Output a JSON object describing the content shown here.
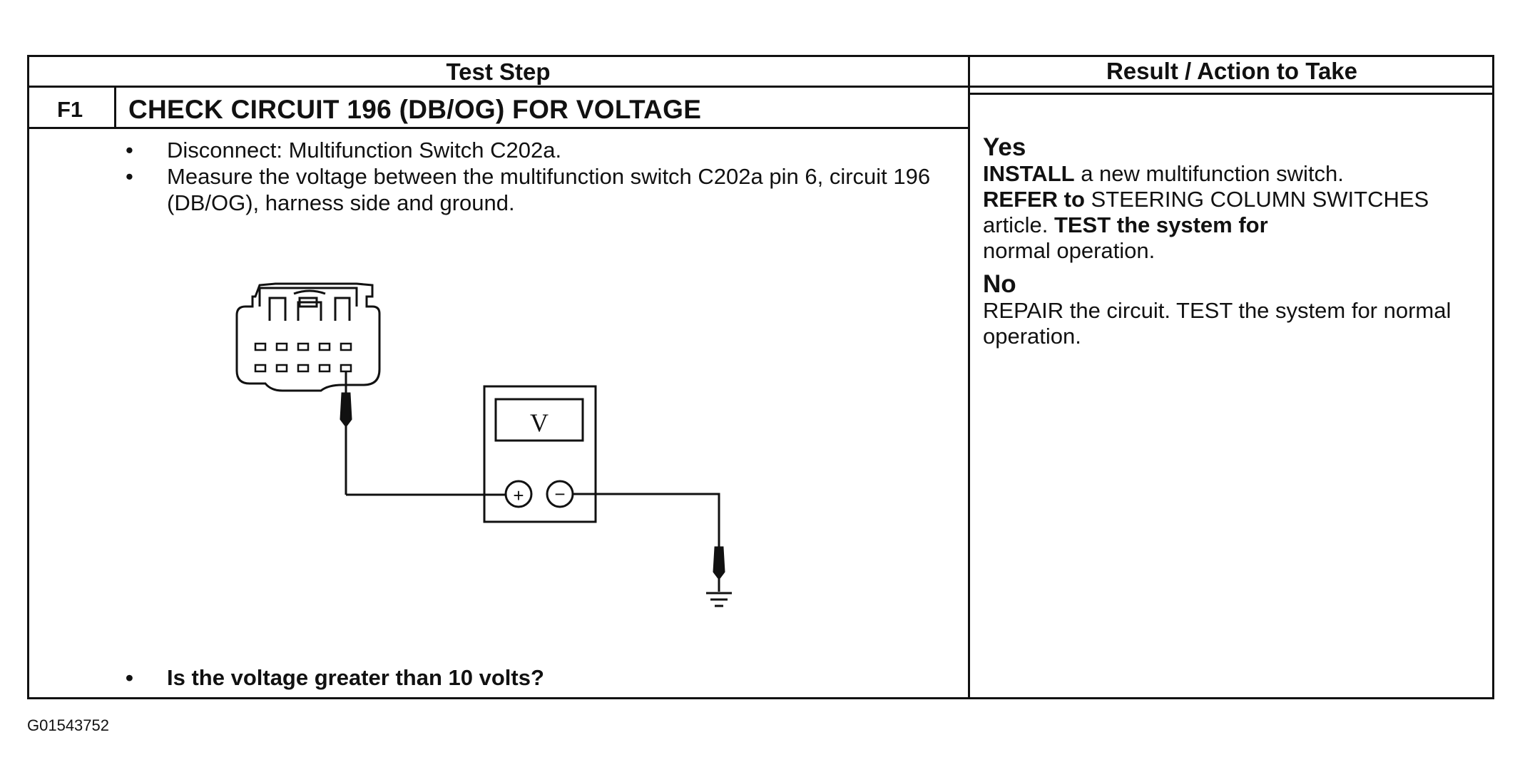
{
  "table": {
    "header_test_step": "Test Step",
    "header_result": "Result / Action to Take",
    "step_id": "F1",
    "step_title": "CHECK CIRCUIT 196 (DB/OG) FOR VOLTAGE",
    "bullets": [
      "Disconnect: Multifunction Switch C202a.",
      "Measure the voltage between the multifunction switch C202a pin 6, circuit 196 (DB/OG), harness side and ground."
    ],
    "question": "Is the voltage greater than 10 volts?",
    "bullet_glyph": "•"
  },
  "diagram": {
    "meter_label": "V",
    "plus": "+",
    "minus": "−"
  },
  "result": {
    "yes_head": "Yes",
    "yes_1_bold": "INSTALL",
    "yes_1_rest": " a new multifunction switch.",
    "yes_2_bold": "REFER to",
    "yes_2_rest": " STEERING COLUMN SWITCHES article.",
    "yes_3_bold": "TEST the system for",
    "yes_4": "normal operation.",
    "no_head": "No",
    "no_text": "REPAIR the circuit. TEST the system for normal operation."
  },
  "figure_id": "G01543752"
}
